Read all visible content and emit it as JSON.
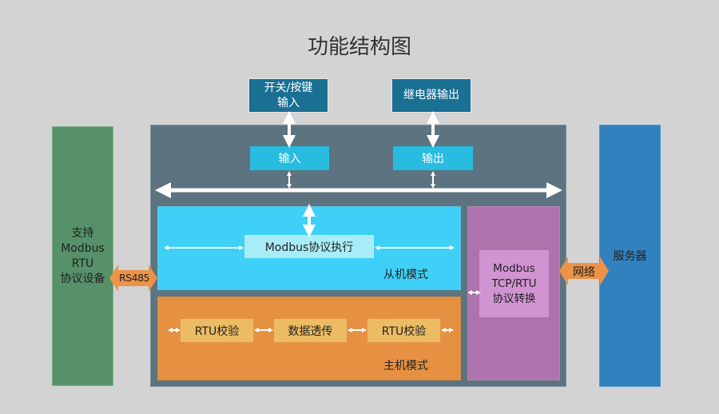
{
  "title": "功能结构图",
  "top_inputs": {
    "switch_input": "开关/按键\n输入",
    "switch_input_line1": "开关/按键",
    "switch_input_line2": "输入",
    "relay_output": "继电器输出"
  },
  "io": {
    "input": "输入",
    "output": "输出"
  },
  "slave_mode": {
    "exec": "Modbus协议执行",
    "label": "从机模式"
  },
  "master_mode": {
    "blocks": [
      "RTU校验",
      "数据透传",
      "RTU校验"
    ],
    "label": "主机模式"
  },
  "converter": {
    "line1": "Modbus",
    "line2": "TCP/RTU",
    "line3": "协议转换"
  },
  "left_device": {
    "line1": "支持",
    "line2": "Modbus",
    "line3": "RTU",
    "line4": "协议设备"
  },
  "server": "服务器",
  "links": {
    "rs485": "RS485",
    "network": "网络"
  },
  "colors": {
    "background": "#d3d3d3",
    "top_box": "#1a7093",
    "io_box": "#27bce0",
    "main_panel": "#5d7380",
    "slave": "#3fd0f8",
    "master": "#e69142",
    "converter": "#ae72ad",
    "left_device": "#569169",
    "server": "#3181bf",
    "link_arrow": "#ec9347"
  }
}
